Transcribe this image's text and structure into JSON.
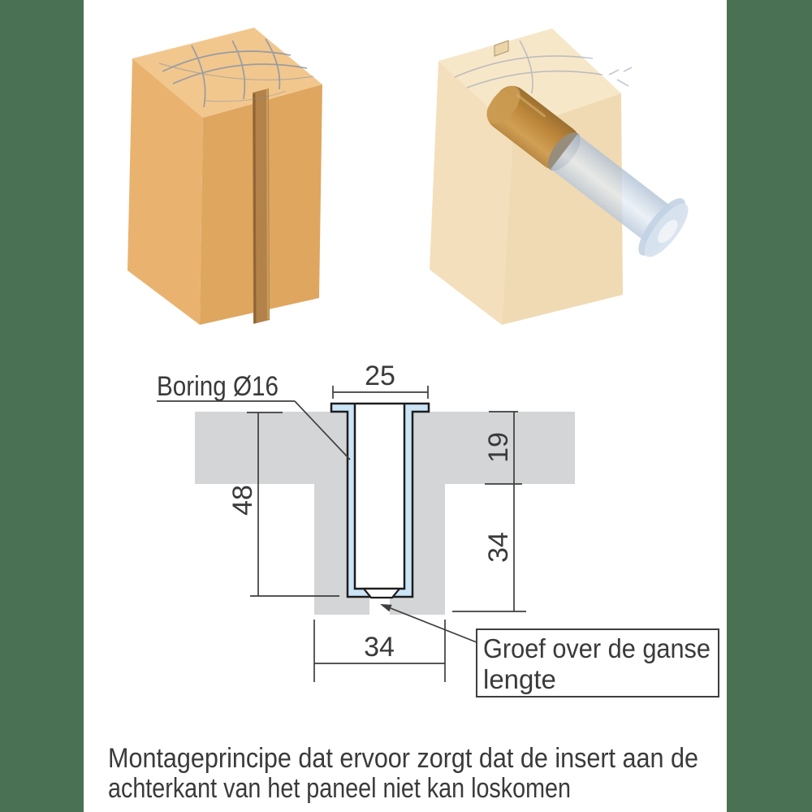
{
  "colors": {
    "side_bars": "#4a7153",
    "background": "#ffffff",
    "panel_gray": "#d4d5d7",
    "insert_blue": "#cbe5f7",
    "outline_dark": "#1d1d1d",
    "dim_line": "#3e3e3e",
    "text": "#3a3a3a",
    "wood_left_top": "#f2c78d",
    "wood_left_front": "#e9b26f",
    "wood_left_side": "#dfa660",
    "wood_left_groove": "#b3824a",
    "wood_right_top": "#f7e7c9",
    "wood_right_front": "#f4dfbc",
    "wood_right_side": "#f0dab4",
    "dowel_orange": "#c18a3c",
    "tool_blue": "#ccdbe9",
    "pencil_mark": "#7f90a8"
  },
  "diagram": {
    "bore_label": "Boring Ø16",
    "dim_flange_width": "25",
    "dim_insert_depth": "48",
    "dim_panel_thickness": "19",
    "dim_below_panel": "34",
    "dim_groove_width": "34",
    "groove_note_line1": "Groef over de ganse",
    "groove_note_line2": "lengte"
  },
  "caption": {
    "line1": "Montageprincipe dat ervoor zorgt dat de insert aan de",
    "line2": "achterkant van het paneel niet kan loskomen"
  }
}
